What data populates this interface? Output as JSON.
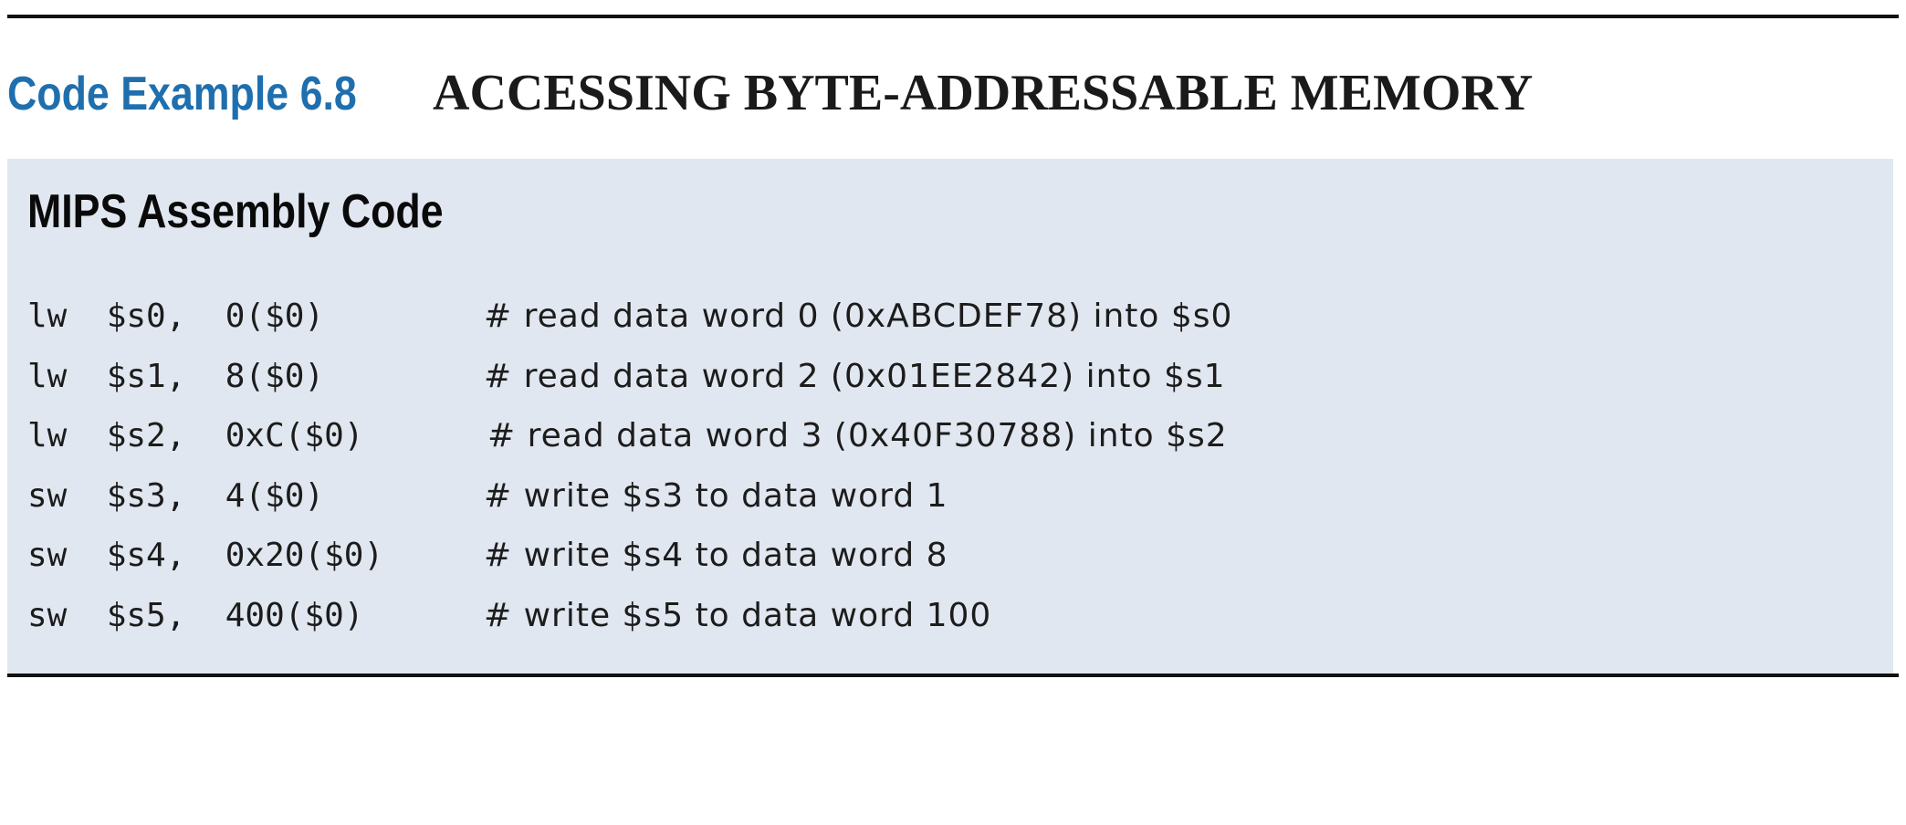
{
  "header": {
    "example_label": "Code Example 6.8",
    "example_title": "ACCESSING BYTE-ADDRESSABLE MEMORY"
  },
  "box": {
    "heading": "MIPS Assembly Code",
    "lines": [
      {
        "instr": "lw  $s0,  0($0)",
        "comment": "# read data word 0 (0xABCDEF78) into $s0"
      },
      {
        "instr": "lw  $s1,  8($0)",
        "comment": "# read data word 2 (0x01EE2842) into $s1"
      },
      {
        "instr": "lw  $s2,  0xC($0)",
        "comment": "# read data word 3 (0x40F30788) into $s2"
      },
      {
        "instr": "sw  $s3,  4($0)",
        "comment": "# write $s3 to data word 1"
      },
      {
        "instr": "sw  $s4,  0x20($0)",
        "comment": "# write $s4 to data word 8"
      },
      {
        "instr": "sw  $s5,  400($0)",
        "comment": "# write $s5 to data word 100"
      }
    ]
  },
  "colors": {
    "label_blue": "#1f6fae",
    "box_background": "#e1e7f0"
  }
}
